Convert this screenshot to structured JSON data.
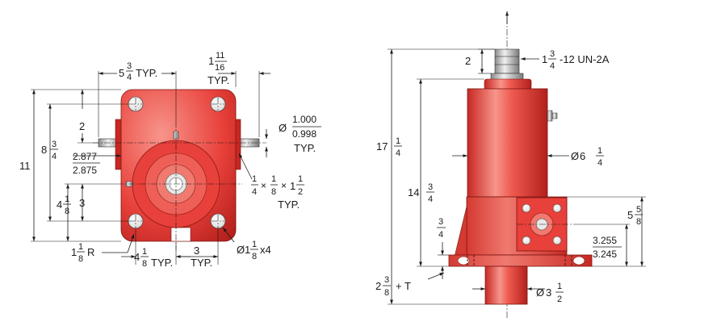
{
  "colors": {
    "body": "#e8403a",
    "body_light": "#f58a80",
    "body_dark": "#b3201c",
    "metal": "#c8c8c8",
    "line": "#1a1a1a"
  },
  "front_view": {
    "dim_5_3_4_typ": {
      "whole": "5",
      "num": "3",
      "den": "4",
      "suffix": "TYP."
    },
    "dim_1_11_16_typ": {
      "whole": "1",
      "num": "11",
      "den": "16",
      "suffix": "TYP."
    },
    "dim_11": "11",
    "dim_8_3_4": {
      "whole": "8",
      "num": "3",
      "den": "4"
    },
    "dim_2": "2",
    "dim_2877": "2.877",
    "dim_2875": "2.875",
    "dim_4_1_8": {
      "whole": "4",
      "num": "1",
      "den": "8"
    },
    "dim_3_left": "3",
    "dim_shaft_dia": {
      "prefix": "Ø",
      "upper": "1.000",
      "lower": "0.998",
      "suffix": "TYP."
    },
    "dim_key": {
      "a_num": "1",
      "a_den": "4",
      "times1": "×",
      "b_num": "1",
      "b_den": "8",
      "times2": "×",
      "c_whole": "1",
      "c_num": "1",
      "c_den": "2",
      "suffix": "TYP."
    },
    "dim_1_1_8_r": {
      "whole": "1",
      "num": "1",
      "den": "8",
      "suffix": "R"
    },
    "dim_4_1_8_typ": {
      "whole": "4",
      "num": "1",
      "den": "8",
      "suffix": "TYP."
    },
    "dim_3_typ": {
      "value": "3",
      "suffix": "TYP."
    },
    "dim_holes": {
      "prefix": "Ø",
      "whole": "1",
      "num": "1",
      "den": "8",
      "suffix": "x4"
    }
  },
  "side_view": {
    "dim_2": "2",
    "dim_thread": {
      "whole": "1",
      "num": "3",
      "den": "4",
      "suffix": "-12 UN-2A"
    },
    "dim_17_1_4": {
      "whole": "17",
      "num": "1",
      "den": "4"
    },
    "dim_14_3_4": {
      "whole": "14",
      "num": "3",
      "den": "4"
    },
    "dim_dia_6_1_4": {
      "prefix": "Ø",
      "whole": "6",
      "num": "1",
      "den": "4"
    },
    "dim_3_4": {
      "num": "3",
      "den": "4"
    },
    "dim_5_5_8": {
      "whole": "5",
      "num": "5",
      "den": "8"
    },
    "dim_3255": "3.255",
    "dim_3245": "3.245",
    "dim_2_3_8_t": {
      "whole": "2",
      "num": "3",
      "den": "8",
      "suffix": "+ T"
    },
    "dim_dia_3_1_2": {
      "prefix": "Ø",
      "whole": "3",
      "num": "1",
      "den": "2"
    }
  }
}
